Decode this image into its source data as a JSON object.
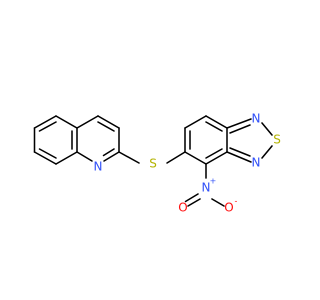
{
  "molecule": {
    "atoms": [
      {
        "id": "n_quinoline",
        "symbol": "N",
        "color": "#3050f8"
      },
      {
        "id": "s_thioether",
        "symbol": "S",
        "color": "#b3b300"
      },
      {
        "id": "n_thiadiazole_top",
        "symbol": "N",
        "color": "#3050f8"
      },
      {
        "id": "s_thiadiazole",
        "symbol": "S",
        "color": "#b3b300"
      },
      {
        "id": "n_thiadiazole_bottom",
        "symbol": "N",
        "color": "#3050f8"
      },
      {
        "id": "n_nitro",
        "symbol": "N",
        "color": "#3050f8",
        "charge": "+"
      },
      {
        "id": "o_nitro_double",
        "symbol": "O",
        "color": "#ff0d0d"
      },
      {
        "id": "o_nitro_single",
        "symbol": "O",
        "color": "#ff0d0d",
        "charge": "-"
      }
    ]
  }
}
